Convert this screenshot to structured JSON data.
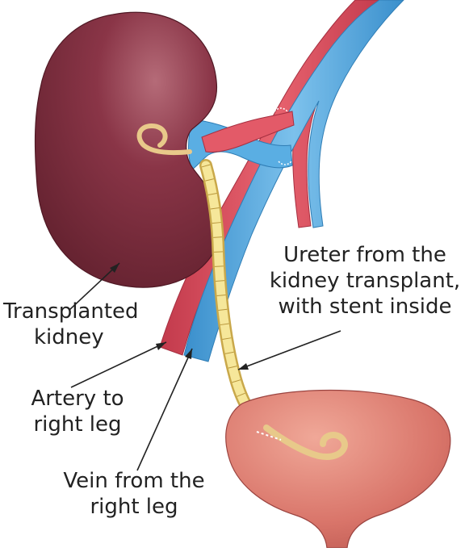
{
  "labels": {
    "kidney": {
      "line1": "Transplanted",
      "line2": "kidney"
    },
    "artery": {
      "line1": "Artery to",
      "line2": "right leg"
    },
    "vein": {
      "line1": "Vein from the",
      "line2": "right leg"
    },
    "ureter": {
      "line1": "Ureter from the",
      "line2": "kidney transplant,",
      "line3": "with stent inside"
    }
  },
  "colors": {
    "kidney": "#7a2c3b",
    "artery": "#d9485a",
    "vein": "#4da3dc",
    "ureter": "#f1e08a",
    "bladder": "#d9756a"
  }
}
